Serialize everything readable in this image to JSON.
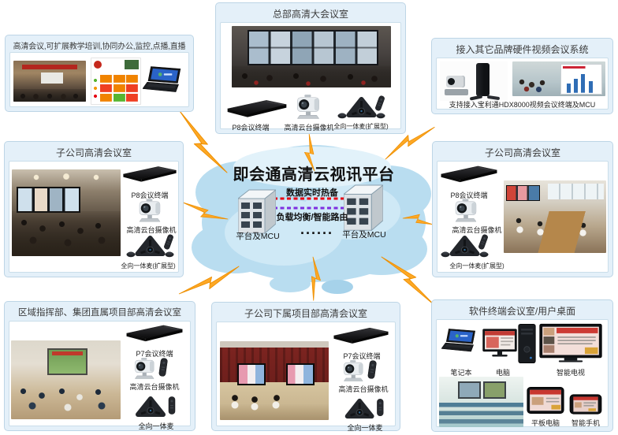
{
  "colors": {
    "bolt_orange": "#fda825",
    "box_background": "#e4f0f9",
    "box_border": "#bdd5e6",
    "cloud_blue": "#b9ddf0",
    "hot_backup_line_red": "#e60012",
    "load_balance_line_purple": "#7d2ee0"
  },
  "icons": {
    "connector": "lightning-bolt-icon",
    "platform_node": "server-tower-icon",
    "cloud": "cloud-shape",
    "terminal": "video-terminal-icon",
    "camera": "ptz-camera-icon",
    "microphone": "omni-mic-icon",
    "remote": "remote-control-icon"
  },
  "center": {
    "title": "即会通高清云视讯平台",
    "data_hot_backup_label": "数据实时热备",
    "load_balance_label": "负载均衡/智能路由",
    "server_left_label": "平台及MCU",
    "server_right_label": "平台及MCU",
    "ellipsis": "......"
  },
  "boxes": {
    "top_left": {
      "title": "高清会议,可扩展教学培训,协同办公,监控,点播,直播"
    },
    "top_center": {
      "title": "总部高清大会议室",
      "devices": [
        {
          "label": "P8会议终端"
        },
        {
          "label": "高清云台摄像机"
        },
        {
          "label": "全向一体麦(扩展型)"
        }
      ]
    },
    "top_right": {
      "title": "接入其它品牌硬件视频会议系统",
      "caption": "支持接入宝利通HDX8000视频会议终端及MCU"
    },
    "mid_left": {
      "title": "子公司高清会议室",
      "devices": [
        {
          "label": "P8会议终端"
        },
        {
          "label": "高清云台摄像机"
        },
        {
          "label": "全向一体麦(扩展型)"
        }
      ]
    },
    "mid_right": {
      "title": "子公司高清会议室",
      "devices": [
        {
          "label": "P8会议终端"
        },
        {
          "label": "高清云台摄像机"
        },
        {
          "label": "全向一体麦(扩展型)"
        }
      ]
    },
    "bottom_left": {
      "title": "区域指挥部、集团直属项目部高清会议室",
      "devices": [
        {
          "label": "P7会议终端"
        },
        {
          "label": "高清云台摄像机"
        },
        {
          "label": "全向一体麦"
        }
      ]
    },
    "bottom_center": {
      "title": "子公司下属项目部高清会议室",
      "devices": [
        {
          "label": "P7会议终端"
        },
        {
          "label": "高清云台摄像机"
        },
        {
          "label": "全向一体麦"
        }
      ]
    },
    "bottom_right": {
      "title": "软件终端会议室/用户桌面",
      "devices": [
        {
          "label": "笔记本"
        },
        {
          "label": "电脑"
        },
        {
          "label": "智能电视"
        },
        {
          "label": "平板电脑"
        },
        {
          "label": "智能手机"
        }
      ]
    }
  }
}
